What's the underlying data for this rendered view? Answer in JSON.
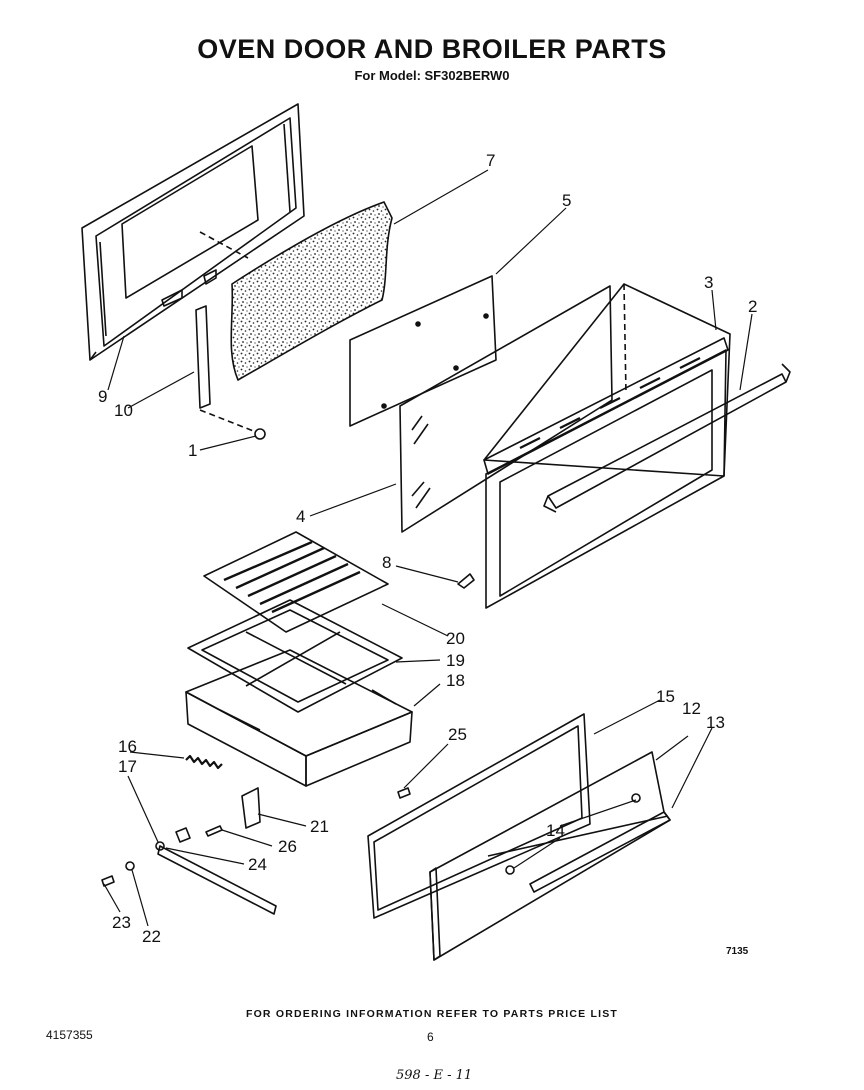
{
  "header": {
    "title": "OVEN DOOR AND BROILER PARTS",
    "subtitle": "For Model: SF302BERW0"
  },
  "parts": [
    {
      "id": "p1",
      "label": "1"
    },
    {
      "id": "p2",
      "label": "2"
    },
    {
      "id": "p3",
      "label": "3"
    },
    {
      "id": "p4",
      "label": "4"
    },
    {
      "id": "p5",
      "label": "5"
    },
    {
      "id": "p7",
      "label": "7"
    },
    {
      "id": "p8",
      "label": "8"
    },
    {
      "id": "p9",
      "label": "9"
    },
    {
      "id": "p10",
      "label": "10"
    },
    {
      "id": "p12",
      "label": "12"
    },
    {
      "id": "p13",
      "label": "13"
    },
    {
      "id": "p14",
      "label": "14"
    },
    {
      "id": "p15",
      "label": "15"
    },
    {
      "id": "p16",
      "label": "16"
    },
    {
      "id": "p17",
      "label": "17"
    },
    {
      "id": "p18",
      "label": "18"
    },
    {
      "id": "p19",
      "label": "19"
    },
    {
      "id": "p20",
      "label": "20"
    },
    {
      "id": "p21",
      "label": "21"
    },
    {
      "id": "p22",
      "label": "22"
    },
    {
      "id": "p23",
      "label": "23"
    },
    {
      "id": "p24",
      "label": "24"
    },
    {
      "id": "p25",
      "label": "25"
    },
    {
      "id": "p26",
      "label": "26"
    }
  ],
  "figure_number": "7135",
  "footer": {
    "ordering_note": "FOR ORDERING INFORMATION REFER TO PARTS PRICE LIST",
    "doc_number": "4157355",
    "page_number": "6",
    "handwritten_note": "598 - E - 11"
  }
}
